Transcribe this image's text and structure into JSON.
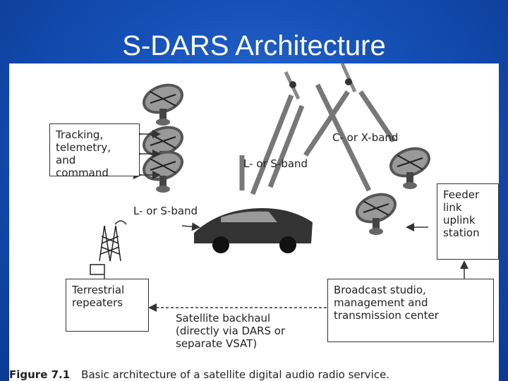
{
  "slide": {
    "title": "S-DARS Architecture"
  },
  "diagram": {
    "tracking_box": "Tracking,\ntelemetry, and\ncommand",
    "feeder_box": "Feeder\nlink\nuplink\nstation",
    "terrestrial_box": "Terrestrial\nrepeaters",
    "broadcast_box": "Broadcast studio,\nmanagement and\ntransmission center",
    "band_c_x": "C- or X-band",
    "band_l_s_top": "L- or S-band",
    "band_l_s_left": "L- or S-band",
    "backhaul_label": "Satellite backhaul\n(directly via DARS or\nseparate VSAT)"
  },
  "caption": {
    "number": "Figure 7.1",
    "text": "Basic architecture of a satellite digital audio radio service."
  }
}
